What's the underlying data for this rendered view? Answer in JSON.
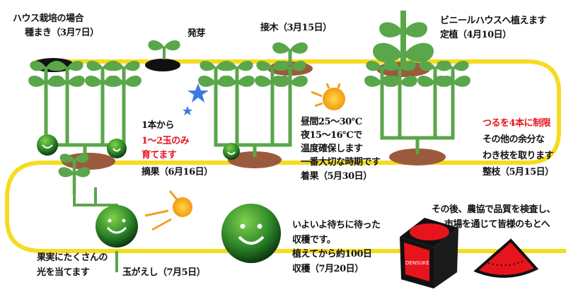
{
  "steps": {
    "intro": "ハウス栽培の場合",
    "sowing": "種まき（3月7日）",
    "germination": "発芽",
    "grafting": "接木（3月15日）",
    "planting_note": "ビニールハウスへ植えます",
    "planting": "定植（4月10日）",
    "pruning_note_red": "つるを4本に制限",
    "pruning_note_1": "その他の余分な",
    "pruning_note_2": "わき枝を取ります",
    "pruning": "整枝（5月15日）",
    "fruitset_note_1": "昼間25～30℃",
    "fruitset_note_2": "夜15～16℃で",
    "fruitset_note_3": "温度確保します",
    "fruitset_note_4": "一番大切な時期です",
    "fruitset": "着果（5月30日）",
    "thinning_note_1": "1本から",
    "thinning_note_red_1": "1～2玉のみ",
    "thinning_note_red_2": "育てます",
    "thinning": "摘果（6月16日）",
    "turning_note_1": "果実にたくさんの",
    "turning_note_2": "光を当てます",
    "turning": "玉がえし（7月5日）",
    "harvest_note_1": "いよいよ待ちに待った",
    "harvest_note_2": "収穫です。",
    "harvest_note_3": "植えてから約100日",
    "harvest": "収穫（7月20日）",
    "shipping_1": "その後、農協で品質を検査し、",
    "shipping_2": "市場を通じて皆様のもとへ"
  },
  "box_brand": "DENSUKE",
  "colors": {
    "path": "#f5dc1e",
    "leaf": "#5aa64a",
    "soil": "#9c5a3c",
    "red": "#e8141c"
  }
}
